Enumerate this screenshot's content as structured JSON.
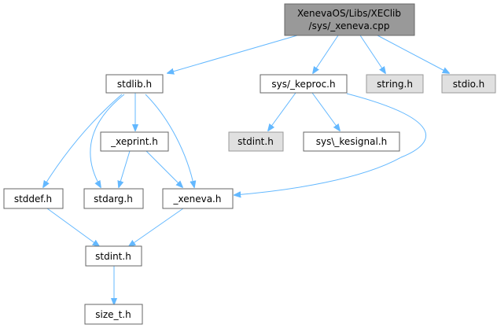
{
  "graph": {
    "root": {
      "line1": "XenevaOS/Libs/XEClib",
      "line2": "/sys/_xeneva.cpp"
    },
    "nodes": {
      "stdlib": "stdlib.h",
      "keproc": "sys/_keproc.h",
      "string": "string.h",
      "stdio": "stdio.h",
      "xeprint": "_xeprint.h",
      "stdint_sys": "stdint.h",
      "kesignal": "sys\\_kesignal.h",
      "stddef": "stddef.h",
      "stdarg": "stdarg.h",
      "xeneva": "_xeneva.h",
      "stdint": "stdint.h",
      "size_t": "size_t.h"
    },
    "colors": {
      "edge": "#63b8ff",
      "root_fill": "#999999",
      "external_fill": "#e0e0e0"
    }
  }
}
